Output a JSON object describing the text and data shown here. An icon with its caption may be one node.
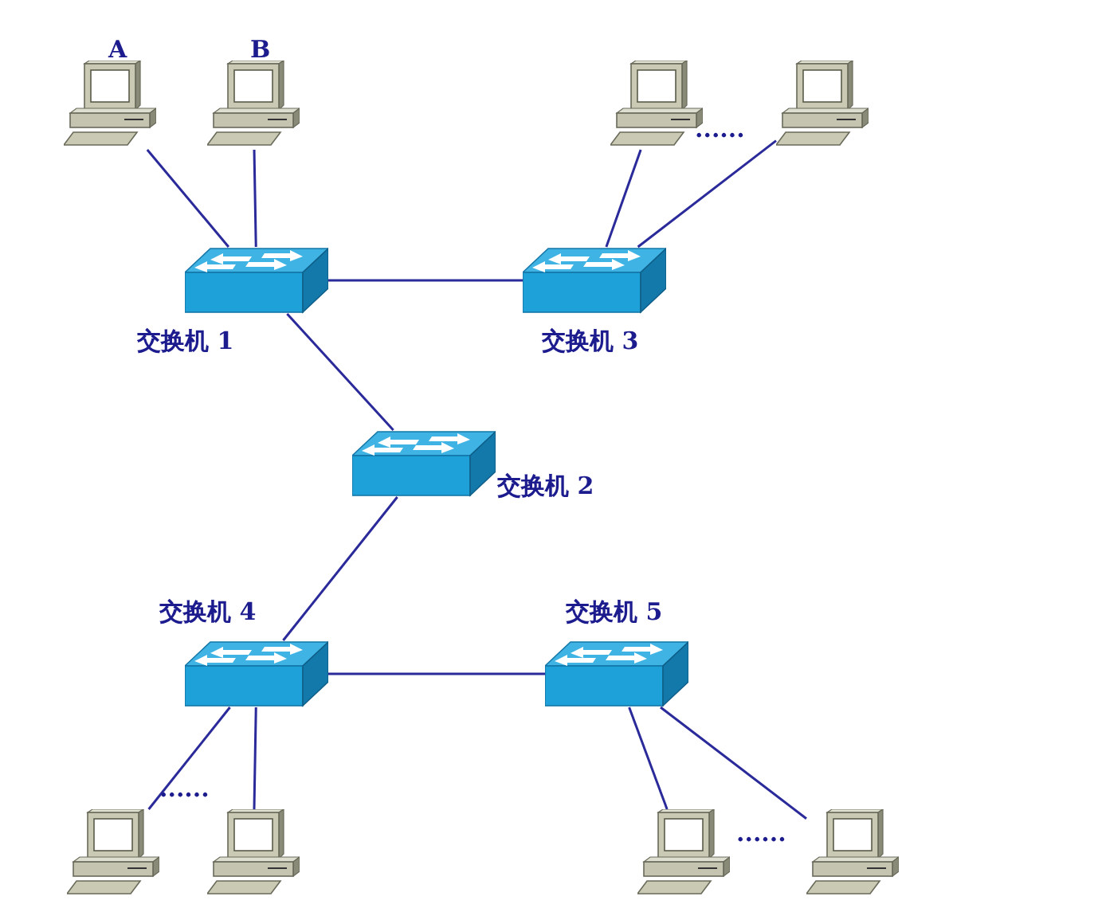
{
  "diagram": {
    "nodes": [
      {
        "text": [],
        "shape": "computer",
        "beside": [
          "A"
        ]
      },
      {
        "text": [],
        "shape": "computer",
        "beside": [
          "B"
        ]
      },
      {
        "text": [],
        "shape": "computer"
      },
      {
        "text": [],
        "shape": "computer"
      },
      {
        "text": [],
        "shape": "switch",
        "beside": [
          "交换机 1"
        ]
      },
      {
        "text": [],
        "shape": "switch",
        "beside": [
          "交换机 3"
        ]
      },
      {
        "text": [],
        "shape": "switch",
        "beside": [
          "交换机 2"
        ]
      },
      {
        "text": [],
        "shape": "switch",
        "beside": [
          "交换机 4"
        ]
      },
      {
        "text": [],
        "shape": "switch",
        "beside": [
          "交换机 5"
        ]
      },
      {
        "text": [],
        "shape": "computer"
      },
      {
        "text": [],
        "shape": "computer"
      },
      {
        "text": [],
        "shape": "computer"
      },
      {
        "text": [],
        "shape": "computer"
      }
    ],
    "edges": [
      {
        "from": 0,
        "to": 4,
        "arrow": "none"
      },
      {
        "from": 1,
        "to": 4,
        "arrow": "none"
      },
      {
        "from": 4,
        "to": 5,
        "arrow": "none"
      },
      {
        "from": 2,
        "to": 5,
        "arrow": "none"
      },
      {
        "from": 3,
        "to": 5,
        "arrow": "none"
      },
      {
        "from": 4,
        "to": 6,
        "arrow": "none"
      },
      {
        "from": 6,
        "to": 7,
        "arrow": "none"
      },
      {
        "from": 7,
        "to": 8,
        "arrow": "none"
      },
      {
        "from": 7,
        "to": 9,
        "arrow": "none"
      },
      {
        "from": 7,
        "to": 10,
        "arrow": "none"
      },
      {
        "from": 8,
        "to": 11,
        "arrow": "none"
      },
      {
        "from": 8,
        "to": 12,
        "arrow": "none"
      }
    ],
    "labels": [
      "......",
      "......",
      "......"
    ]
  }
}
